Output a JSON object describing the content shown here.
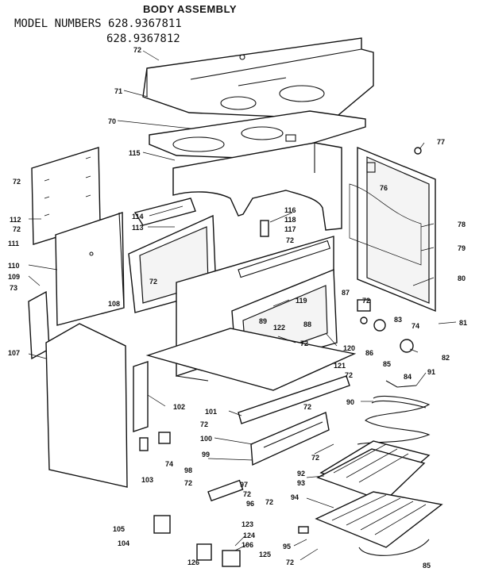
{
  "title": "BODY ASSEMBLY",
  "model_label": "MODEL NUMBERS",
  "model_numbers": [
    "628.9367811",
    "628.9367812"
  ],
  "page_code": "85",
  "part_labels": {
    "p72a": "72",
    "p71": "71",
    "p70": "70",
    "p115": "115",
    "p77": "77",
    "p76": "76",
    "p72b": "72",
    "p112": "112",
    "p72c": "72",
    "p111": "111",
    "p110": "110",
    "p109": "109",
    "p73": "73",
    "p114": "114",
    "p113": "113",
    "p72d": "72",
    "p108": "108",
    "p107": "107",
    "p116": "116",
    "p118": "118",
    "p117": "117",
    "p72e": "72",
    "p78": "78",
    "p79": "79",
    "p80": "80",
    "p119": "119",
    "p89": "89",
    "p122": "122",
    "p88": "88",
    "p72f": "72",
    "p120": "120",
    "p87": "87",
    "p72g": "72",
    "p83": "83",
    "p74a": "74",
    "p81": "81",
    "p86": "86",
    "p85": "85",
    "p84": "84",
    "p82": "82",
    "p121": "121",
    "p72h": "72",
    "p91": "91",
    "p90": "90",
    "p102": "102",
    "p101": "101",
    "p72i": "72",
    "p72j": "72",
    "p100": "100",
    "p74b": "74",
    "p99": "99",
    "p92": "92",
    "p72k": "72",
    "p93": "93",
    "p103": "103",
    "p98": "98",
    "p72l": "72",
    "p97": "97",
    "p72m": "72",
    "p96": "96",
    "p72n": "72",
    "p94": "94",
    "p105": "105",
    "p104": "104",
    "p123": "123",
    "p124": "124",
    "p106": "106",
    "p125": "125",
    "p126": "126",
    "p95": "95",
    "p72o": "72"
  }
}
